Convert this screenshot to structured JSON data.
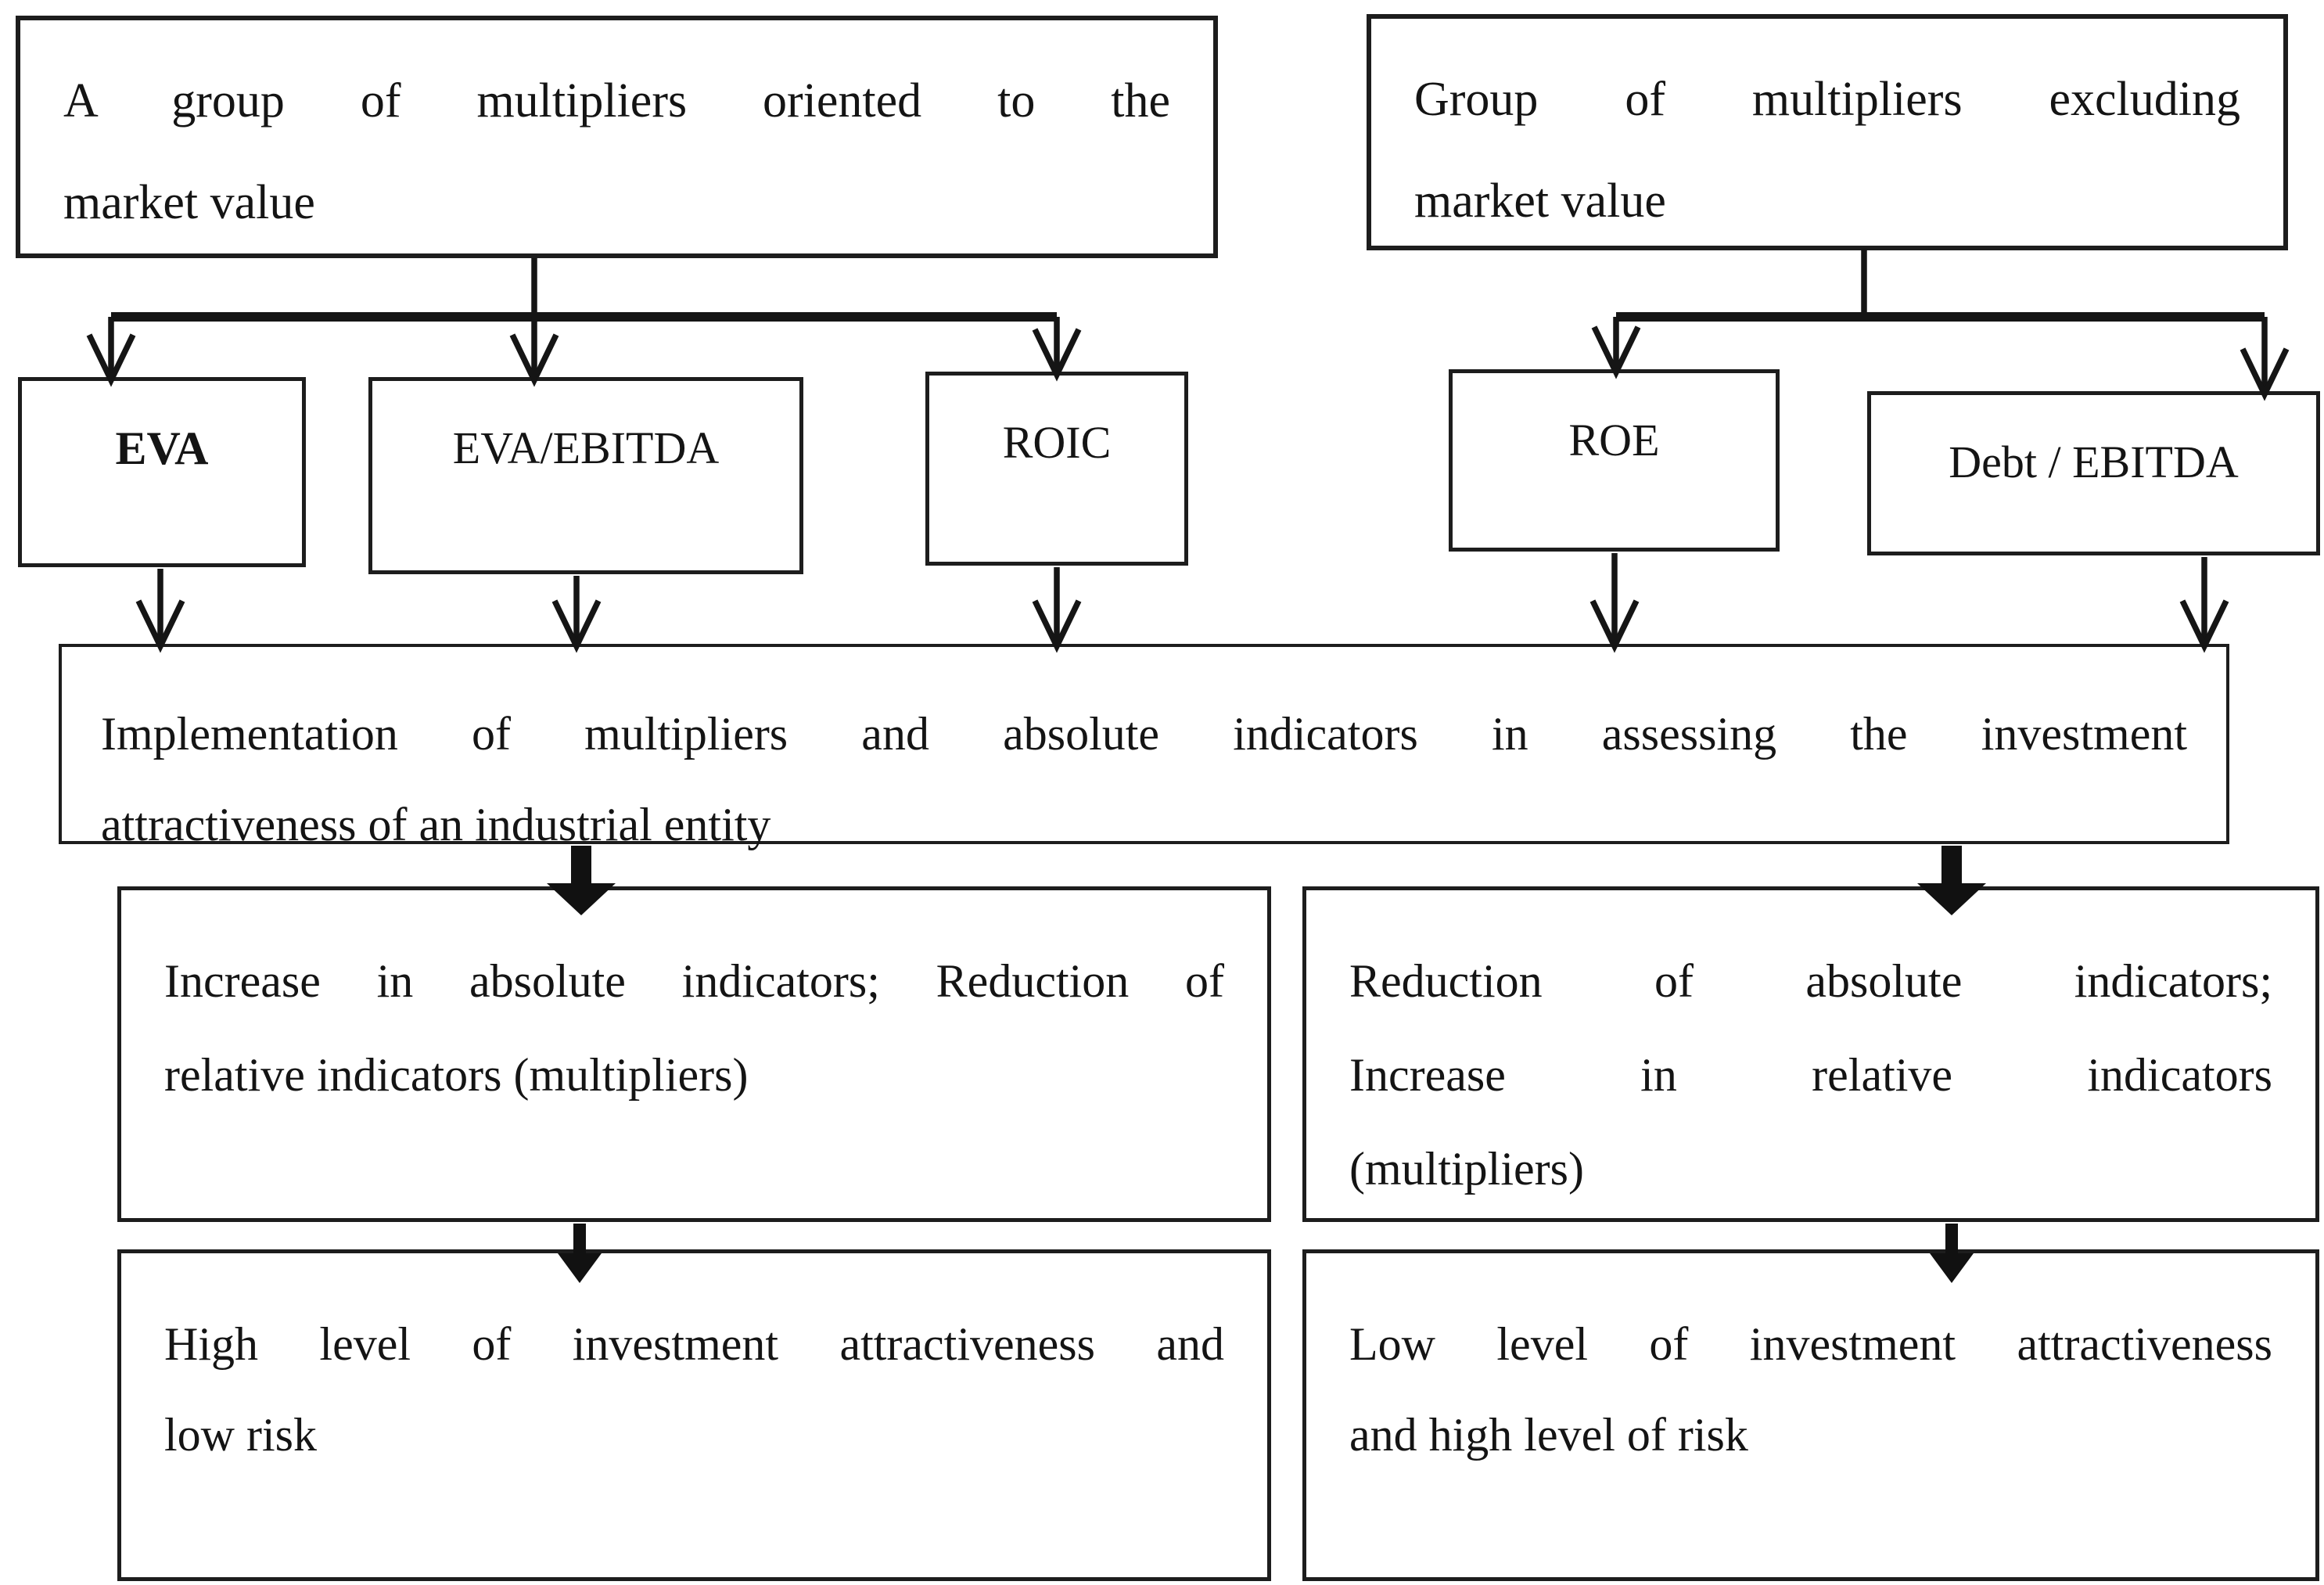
{
  "page": {
    "background_color": "#ffffff",
    "line_color": "#151515",
    "text_color": "#141414"
  },
  "boxes": {
    "market_group": {
      "lines": [
        "A group of multipliers oriented to the",
        "market value"
      ]
    },
    "non_market_group": {
      "lines": [
        "Group of multipliers excluding",
        "market value"
      ]
    },
    "eva": {
      "label": "EVA"
    },
    "eva_ebitda": {
      "label": "EVA/EBITDA"
    },
    "roic": {
      "label": "ROIC"
    },
    "roe": {
      "label": "ROE"
    },
    "debt_ebitda": {
      "label": "Debt / EBITDA"
    },
    "implementation": {
      "lines": [
        "Implementation of multipliers and absolute indicators in assessing the investment",
        "attractiveness of an industrial entity"
      ]
    },
    "outcome_positive": {
      "lines": [
        "Increase in absolute indicators; Reduction of",
        "relative indicators (multipliers)"
      ]
    },
    "outcome_negative": {
      "lines": [
        "Reduction of absolute indicators;",
        "Increase in relative indicators",
        "(multipliers)"
      ]
    },
    "result_positive": {
      "lines": [
        "High level of investment attractiveness and",
        "low risk"
      ]
    },
    "result_negative": {
      "lines": [
        "Low level of investment attractiveness",
        "and high level of risk"
      ]
    }
  }
}
